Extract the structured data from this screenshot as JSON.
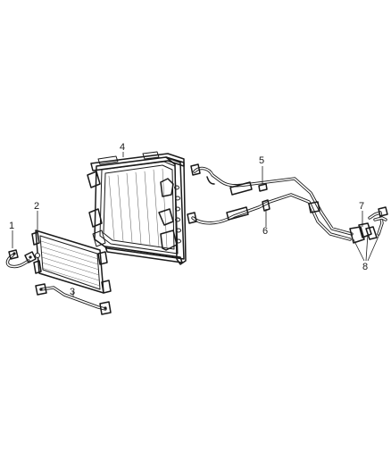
{
  "callouts": {
    "1": "1",
    "2": "2",
    "3": "3",
    "4": "4",
    "5": "5",
    "6": "6",
    "7": "7",
    "8": "8"
  }
}
